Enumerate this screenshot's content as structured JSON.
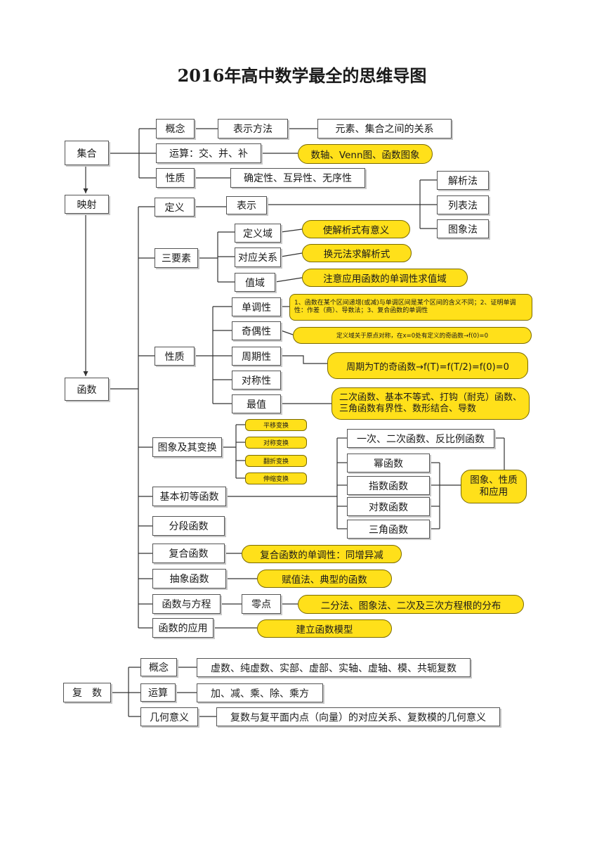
{
  "title": "2016年高中数学最全的思维导图",
  "set": {
    "root": "集合",
    "concept": "概念",
    "representation": "表示方法",
    "relation": "元素、集合之间的关系",
    "operations": "运算：交、并、补",
    "operations_tools": "数轴、Venn图、函数图象",
    "properties": "性质",
    "properties_detail": "确定性、互异性、无序性"
  },
  "mapping": "映射",
  "function": {
    "root": "函数",
    "definition": "定义",
    "representation": "表示",
    "rep_methods": [
      "解析法",
      "列表法",
      "图象法"
    ],
    "three_elements": "三要素",
    "domain": "定义域",
    "domain_note": "使解析式有意义",
    "correspondence": "对应关系",
    "correspondence_note": "换元法求解析式",
    "range": "值域",
    "range_note": "注意应用函数的单调性求值域",
    "properties": "性质",
    "monotonicity": "单调性",
    "monotonicity_note": "1、函数在某个区间递增(或减)与单调区间是某个区间的含义不同；2、证明单调性：作差（商）、导数法；3、复合函数的单调性",
    "parity": "奇偶性",
    "parity_note": "定义域关于原点对称，在x=0处有定义的奇函数→f(0)=0",
    "periodicity": "周期性",
    "periodicity_note": "周期为T的奇函数→f(T)=f(T/2)=f(0)=0",
    "symmetry": "对称性",
    "extremum": "最值",
    "extremum_note": "二次函数、基本不等式、打钩（耐克）函数、三角函数有界性、数形结合、导数",
    "graph": "图象及其变换",
    "transforms": [
      "平移变换",
      "对称变换",
      "翻折变换",
      "伸缩变换"
    ],
    "elementary": "基本初等函数",
    "elementary_list": [
      "一次、二次函数、反比例函数",
      "幂函数",
      "指数函数",
      "对数函数",
      "三角函数"
    ],
    "elementary_note": "图象、性质和应用",
    "piecewise": "分段函数",
    "composite": "复合函数",
    "composite_note": "复合函数的单调性：同增异减",
    "abstract": "抽象函数",
    "abstract_note": "赋值法、典型的函数",
    "equation": "函数与方程",
    "zero": "零点",
    "zero_note": "二分法、图象法、二次及三次方程根的分布",
    "application": "函数的应用",
    "application_note": "建立函数模型"
  },
  "complex": {
    "root": "复　数",
    "concept": "概念",
    "concept_detail": "虚数、纯虚数、实部、虚部、实轴、虚轴、模、共轭复数",
    "operations": "运算",
    "operations_detail": "加、减、乘、除、乘方",
    "geometry": "几何意义",
    "geometry_detail": "复数与复平面内点（向量）的对应关系、复数模的几何意义"
  },
  "colors": {
    "highlight": "#ffe01a",
    "border": "#555555"
  }
}
